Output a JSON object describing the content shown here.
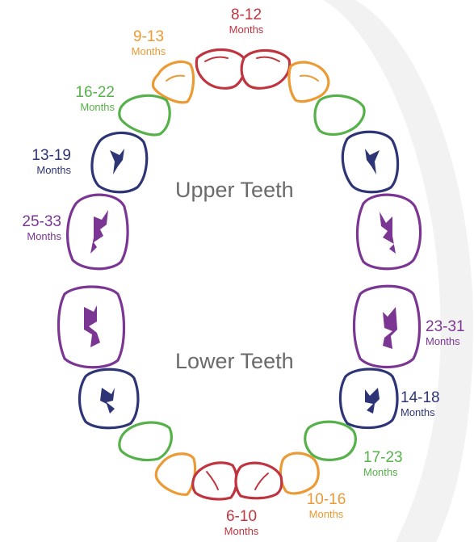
{
  "colors": {
    "red": "#c0343f",
    "orange": "#eb9a34",
    "green": "#56b14a",
    "navy": "#2e3576",
    "purple": "#7b3694",
    "text_gray": "#6a6a6a"
  },
  "diagram": {
    "upper_title": "Upper Teeth",
    "lower_title": "Lower Teeth"
  },
  "labels": {
    "upper_central": {
      "range": "8-12",
      "unit": "Months"
    },
    "upper_lateral": {
      "range": "9-13",
      "unit": "Months"
    },
    "upper_canine": {
      "range": "16-22",
      "unit": "Months"
    },
    "upper_first_molar": {
      "range": "13-19",
      "unit": "Months"
    },
    "upper_second_molar": {
      "range": "25-33",
      "unit": "Months"
    },
    "lower_second_molar": {
      "range": "23-31",
      "unit": "Months"
    },
    "lower_first_molar": {
      "range": "14-18",
      "unit": "Months"
    },
    "lower_canine": {
      "range": "17-23",
      "unit": "Months"
    },
    "lower_lateral": {
      "range": "10-16",
      "unit": "Months"
    },
    "lower_central": {
      "range": "6-10",
      "unit": "Months"
    }
  }
}
